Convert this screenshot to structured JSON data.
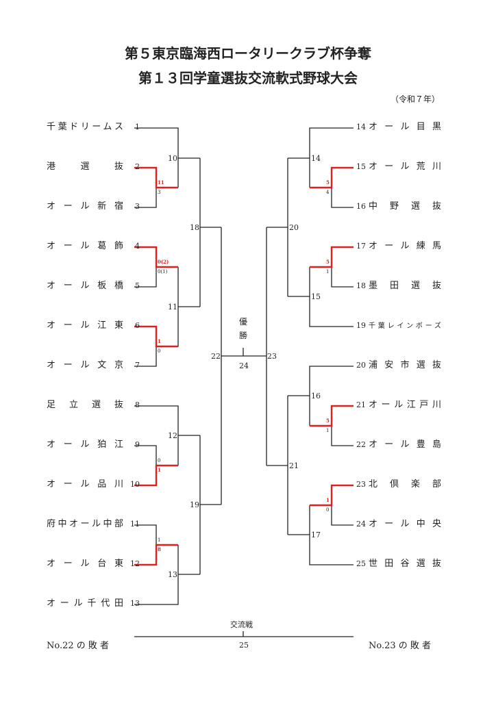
{
  "header": {
    "title1": "第５東京臨海西ロータリークラブ杯争奪",
    "title2": "第１３回学童選抜交流軟式野球大会",
    "year": "（令和７年）"
  },
  "left_teams": [
    {
      "no": "1",
      "name": "千葉ドリームス"
    },
    {
      "no": "2",
      "name": "港選抜"
    },
    {
      "no": "3",
      "name": "オール新宿"
    },
    {
      "no": "4",
      "name": "オール葛飾"
    },
    {
      "no": "5",
      "name": "オール板橋"
    },
    {
      "no": "6",
      "name": "オール江東"
    },
    {
      "no": "7",
      "name": "オール文京"
    },
    {
      "no": "8",
      "name": "足立選抜"
    },
    {
      "no": "9",
      "name": "オール狛江"
    },
    {
      "no": "10",
      "name": "オール品川"
    },
    {
      "no": "11",
      "name": "府中オール中部"
    },
    {
      "no": "12",
      "name": "オール台東"
    },
    {
      "no": "13",
      "name": "オール千代田"
    }
  ],
  "right_teams": [
    {
      "no": "14",
      "name": "オール目黒"
    },
    {
      "no": "15",
      "name": "オール荒川"
    },
    {
      "no": "16",
      "name": "中野選抜"
    },
    {
      "no": "17",
      "name": "オール練馬"
    },
    {
      "no": "18",
      "name": "墨田選抜"
    },
    {
      "no": "19",
      "name": "千葉レインボーズ"
    },
    {
      "no": "20",
      "name": "浦安市選抜"
    },
    {
      "no": "21",
      "name": "オール江戸川"
    },
    {
      "no": "22",
      "name": "オール豊島"
    },
    {
      "no": "23",
      "name": "北倶楽部"
    },
    {
      "no": "24",
      "name": "オール中央"
    },
    {
      "no": "25",
      "name": "世田谷選抜"
    }
  ],
  "matches": [
    "10",
    "11",
    "12",
    "13",
    "18",
    "19",
    "22",
    "14",
    "15",
    "16",
    "17",
    "20",
    "21",
    "23",
    "24",
    "25"
  ],
  "scores": [
    {
      "win": "11",
      "lose": "3"
    },
    {
      "win": "0(2)",
      "lose": "0(1)"
    },
    {
      "win": "1",
      "lose": "0"
    },
    {
      "lose": "0",
      "win": "1"
    },
    {
      "lose": "1",
      "win": "8"
    },
    {
      "win": "5",
      "lose": "4"
    },
    {
      "win": "5",
      "lose": "1"
    },
    {
      "win": "5",
      "lose": "1"
    },
    {
      "win": "1",
      "lose": "0"
    }
  ],
  "final": {
    "label": "優勝"
  },
  "exchange": {
    "label": "交流戦",
    "left": "No.22 の 敗 者",
    "right": "No.23 の 敗 者"
  },
  "colors": {
    "winner": "#e0201e",
    "line": "#222222"
  }
}
